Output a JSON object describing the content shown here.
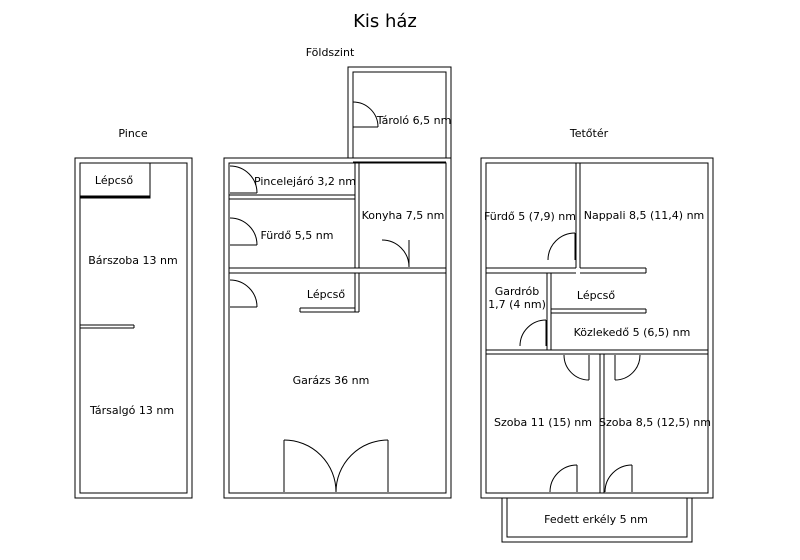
{
  "title": "Kis ház",
  "sections": {
    "pince": "Pince",
    "foldszint": "Földszint",
    "tetoter": "Tetőtér"
  },
  "rooms": {
    "pince_lepcso": "Lépcső",
    "barszoba": "Bárszoba 13 nm",
    "tarsalgo": "Társalgó 13 nm",
    "tarolo": "Tároló 6,5 nm",
    "pincelejaro": "Pincelejáró 3,2 nm",
    "konyha": "Konyha 7,5 nm",
    "furdo_fsz": "Fürdő 5,5 nm",
    "fsz_lepcso": "Lépcső",
    "garazs": "Garázs 36 nm",
    "furdo_tt": "Fürdő 5 (7,9) nm",
    "nappali": "Nappali 8,5 (11,4) nm",
    "gardrob_1": "Gardrób",
    "gardrob_2": "1,7 (4 nm)",
    "tt_lepcso": "Lépcső",
    "kozlekedo": "Közlekedő 5 (6,5) nm",
    "szoba_11": "Szoba 11 (15) nm",
    "szoba_85": "Szoba 8,5 (12,5) nm",
    "erkely": "Fedett erkély 5 nm"
  }
}
